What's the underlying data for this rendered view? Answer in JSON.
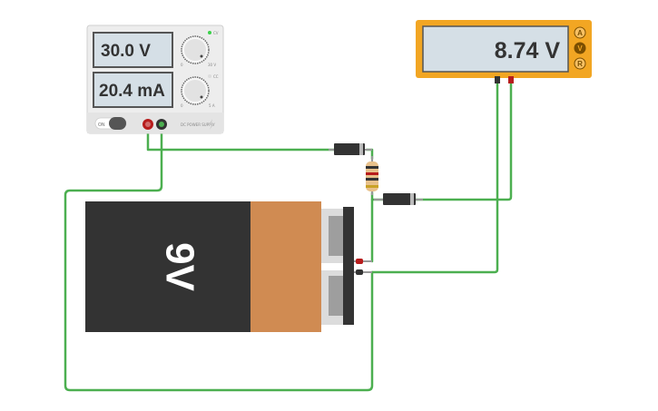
{
  "power_supply": {
    "voltage_display": "30.0 V",
    "current_display": "20.4 mA",
    "on_label": "ON",
    "brand_text": "DC POWER SUPPLY",
    "voltage_knob_min": "0",
    "voltage_knob_max": "30 V",
    "current_knob_min": "0",
    "current_knob_max": "5 A",
    "cv_label": "CV",
    "cc_label": "CC"
  },
  "multimeter": {
    "display": "8.74 V",
    "mode_buttons": [
      "A",
      "V",
      "R"
    ],
    "active_mode": "V"
  },
  "battery": {
    "label": "9V"
  },
  "colors": {
    "wire": "#4caf50",
    "dmm_body": "#f2a623",
    "battery_dark": "#333333",
    "battery_copper": "#d08b52",
    "lcd_bg": "#d5dfe6"
  }
}
